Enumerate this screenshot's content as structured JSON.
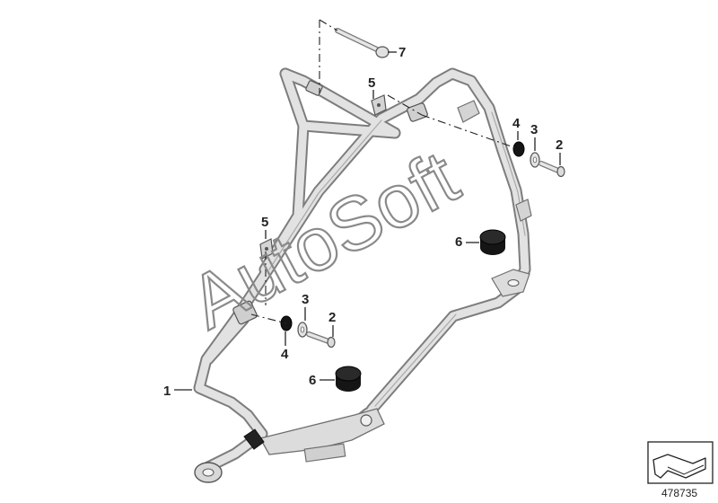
{
  "watermark": "AutoSoft",
  "reference_number": "478735",
  "colors": {
    "tube_outline": "#7d7d7d",
    "tube_fill": "#e2e2e2",
    "rubber": "#151515",
    "watermark": "#8a8a8a",
    "text": "#222222"
  },
  "callouts": [
    {
      "id": "c1",
      "label": "1"
    },
    {
      "id": "c2a",
      "label": "2"
    },
    {
      "id": "c2b",
      "label": "2"
    },
    {
      "id": "c3a",
      "label": "3"
    },
    {
      "id": "c3b",
      "label": "3"
    },
    {
      "id": "c4a",
      "label": "4"
    },
    {
      "id": "c4b",
      "label": "4"
    },
    {
      "id": "c5a",
      "label": "5"
    },
    {
      "id": "c5b",
      "label": "5"
    },
    {
      "id": "c6a",
      "label": "6"
    },
    {
      "id": "c6b",
      "label": "6"
    },
    {
      "id": "c7",
      "label": "7"
    }
  ],
  "icons": [
    "arrow-frame-icon"
  ]
}
